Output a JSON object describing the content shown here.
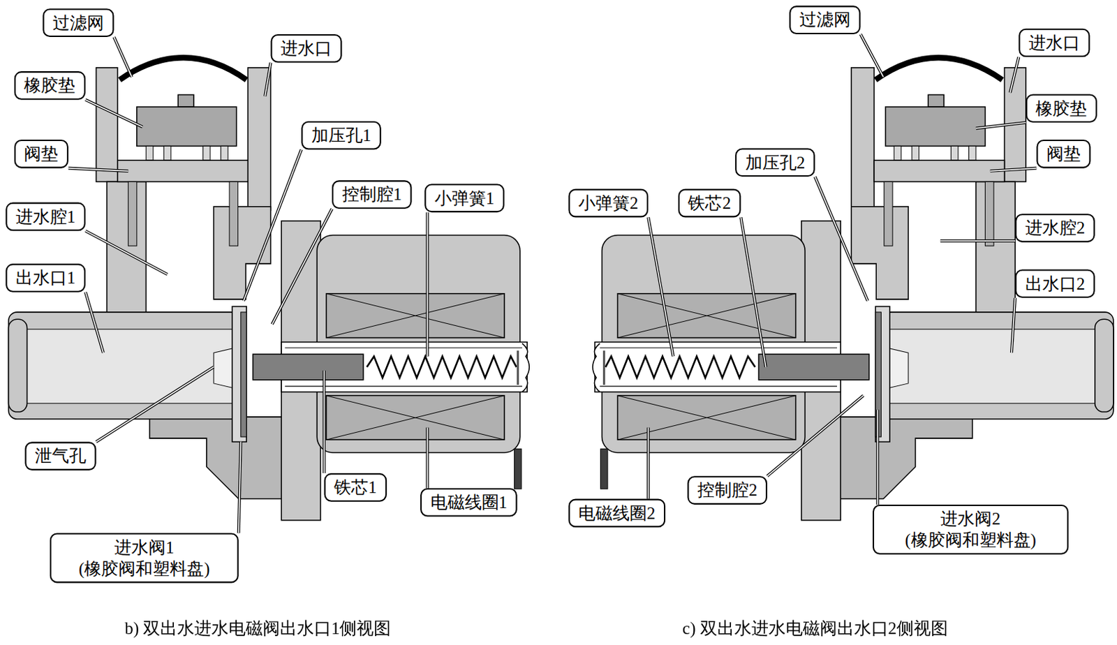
{
  "diagram": {
    "nodes": [
      {
        "text": [
          "过滤网"
        ]
      },
      {
        "text": [
          "进水口"
        ]
      },
      {
        "text": [
          "橡胶垫"
        ]
      },
      {
        "text": [
          "阀垫"
        ]
      },
      {
        "text": [
          "加压孔1"
        ]
      },
      {
        "text": [
          "控制腔1"
        ]
      },
      {
        "text": [
          "小弹簧1"
        ]
      },
      {
        "text": [
          "进水腔1"
        ]
      },
      {
        "text": [
          "出水口1"
        ]
      },
      {
        "text": [
          "泄气孔"
        ]
      },
      {
        "text": [
          "铁芯1"
        ]
      },
      {
        "text": [
          "电磁线圈1"
        ]
      },
      {
        "text": [
          "进水阀1 (橡胶阀和塑料盘)"
        ]
      },
      {
        "text": [
          "过滤网"
        ]
      },
      {
        "text": [
          "进水口"
        ]
      },
      {
        "text": [
          "橡胶垫"
        ]
      },
      {
        "text": [
          "加压孔2"
        ]
      },
      {
        "text": [
          "阀垫"
        ]
      },
      {
        "text": [
          "小弹簧2"
        ]
      },
      {
        "text": [
          "铁芯2"
        ]
      },
      {
        "text": [
          "进水腔2"
        ]
      },
      {
        "text": [
          "出水口2"
        ]
      },
      {
        "text": [
          "电磁线圈2"
        ]
      },
      {
        "text": [
          "控制腔2"
        ]
      },
      {
        "text": [
          "进水阀2 (橡胶阀和塑料盘)"
        ]
      }
    ],
    "labels": [
      "b) 双出水进水电磁阀出水口1侧视图",
      "c) 双出水进水电磁阀出水口2侧视图"
    ]
  }
}
